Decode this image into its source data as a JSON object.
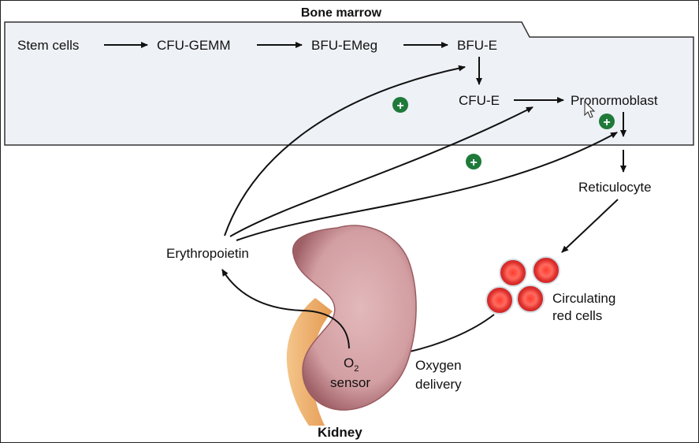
{
  "diagram": {
    "region_title": "Bone marrow",
    "nodes": {
      "stem_cells": "Stem cells",
      "cfu_gemm": "CFU-GEMM",
      "bfu_emeg": "BFU-EMeg",
      "bfu_e": "BFU-E",
      "cfu_e": "CFU-E",
      "pronormoblast": "Pronormoblast",
      "reticulocyte": "Reticulocyte",
      "circulating_red_cells_line1": "Circulating",
      "circulating_red_cells_line2": "red cells",
      "oxygen_delivery_line1": "Oxygen",
      "oxygen_delivery_line2": "delivery",
      "o2_main": "O",
      "o2_sub": "2",
      "sensor": "sensor",
      "erythropoietin": "Erythropoietin",
      "kidney": "Kidney"
    },
    "stimulation_symbol": "+",
    "colors": {
      "marrow_fill": "#eef1f6",
      "plus_badge": "#1f7a3a",
      "kidney_fill": "#d9a8ab",
      "kidney_shade": "#a86a70",
      "ureter": "#f0b070",
      "red_cell": "#e0322f",
      "red_cell_center": "#ff8a7a"
    },
    "icons": [
      "mouse-cursor-icon"
    ]
  }
}
